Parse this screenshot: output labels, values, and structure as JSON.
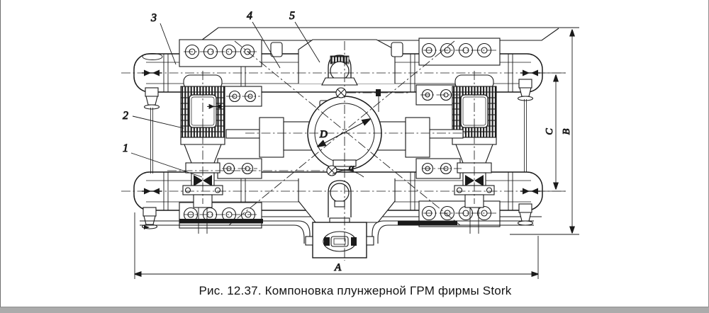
{
  "page": {
    "background": "#ffffff",
    "border_color": "#8f8f8f",
    "bottom_strip_color": "#ababab"
  },
  "figure": {
    "caption": "Рис. 12.37. Компоновка плунжерной ГРМ фирмы Stork",
    "ink_color": "#1a1a1a"
  },
  "part_labels": {
    "p1": "1",
    "p2": "2",
    "p3": "3",
    "p4": "4",
    "p5": "5"
  },
  "dimension_labels": {
    "overall_width": "A",
    "overall_height": "B",
    "axis_distance": "C",
    "drive_diameter": "D",
    "angle": "α"
  }
}
